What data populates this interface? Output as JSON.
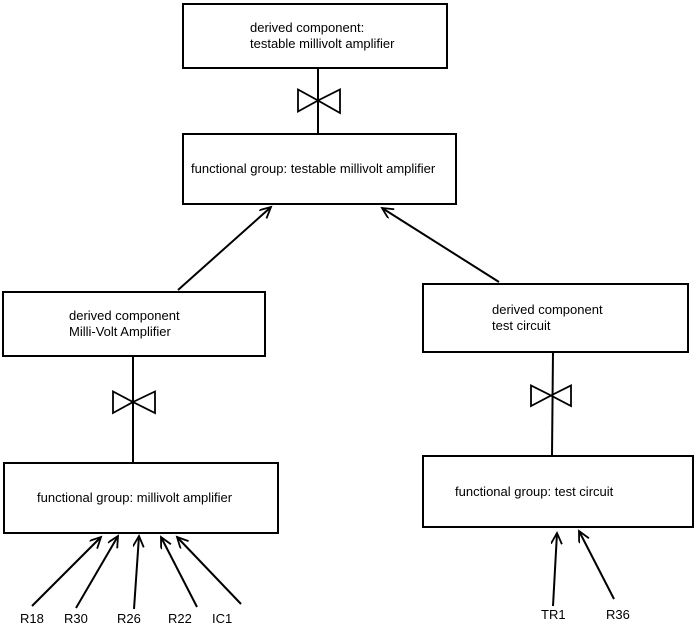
{
  "canvas": {
    "background": "#ffffff",
    "line_color": "#000000",
    "text_color": "#000000"
  },
  "boxes": {
    "top_derived": {
      "line1": "derived component:",
      "line2": "testable millivolt amplifier"
    },
    "top_functional": {
      "label": "functional group: testable millivolt amplifier"
    },
    "left_derived": {
      "line1": "derived component",
      "line2": "Milli-Volt Amplifier"
    },
    "right_derived": {
      "line1": "derived component",
      "line2": "test circuit"
    },
    "left_functional": {
      "label": "functional group: millivolt amplifier"
    },
    "right_functional": {
      "label": "functional group: test circuit"
    }
  },
  "components": {
    "left": [
      "R18",
      "R30",
      "R26",
      "R22",
      "IC1"
    ],
    "right": [
      "TR1",
      "R36"
    ]
  }
}
